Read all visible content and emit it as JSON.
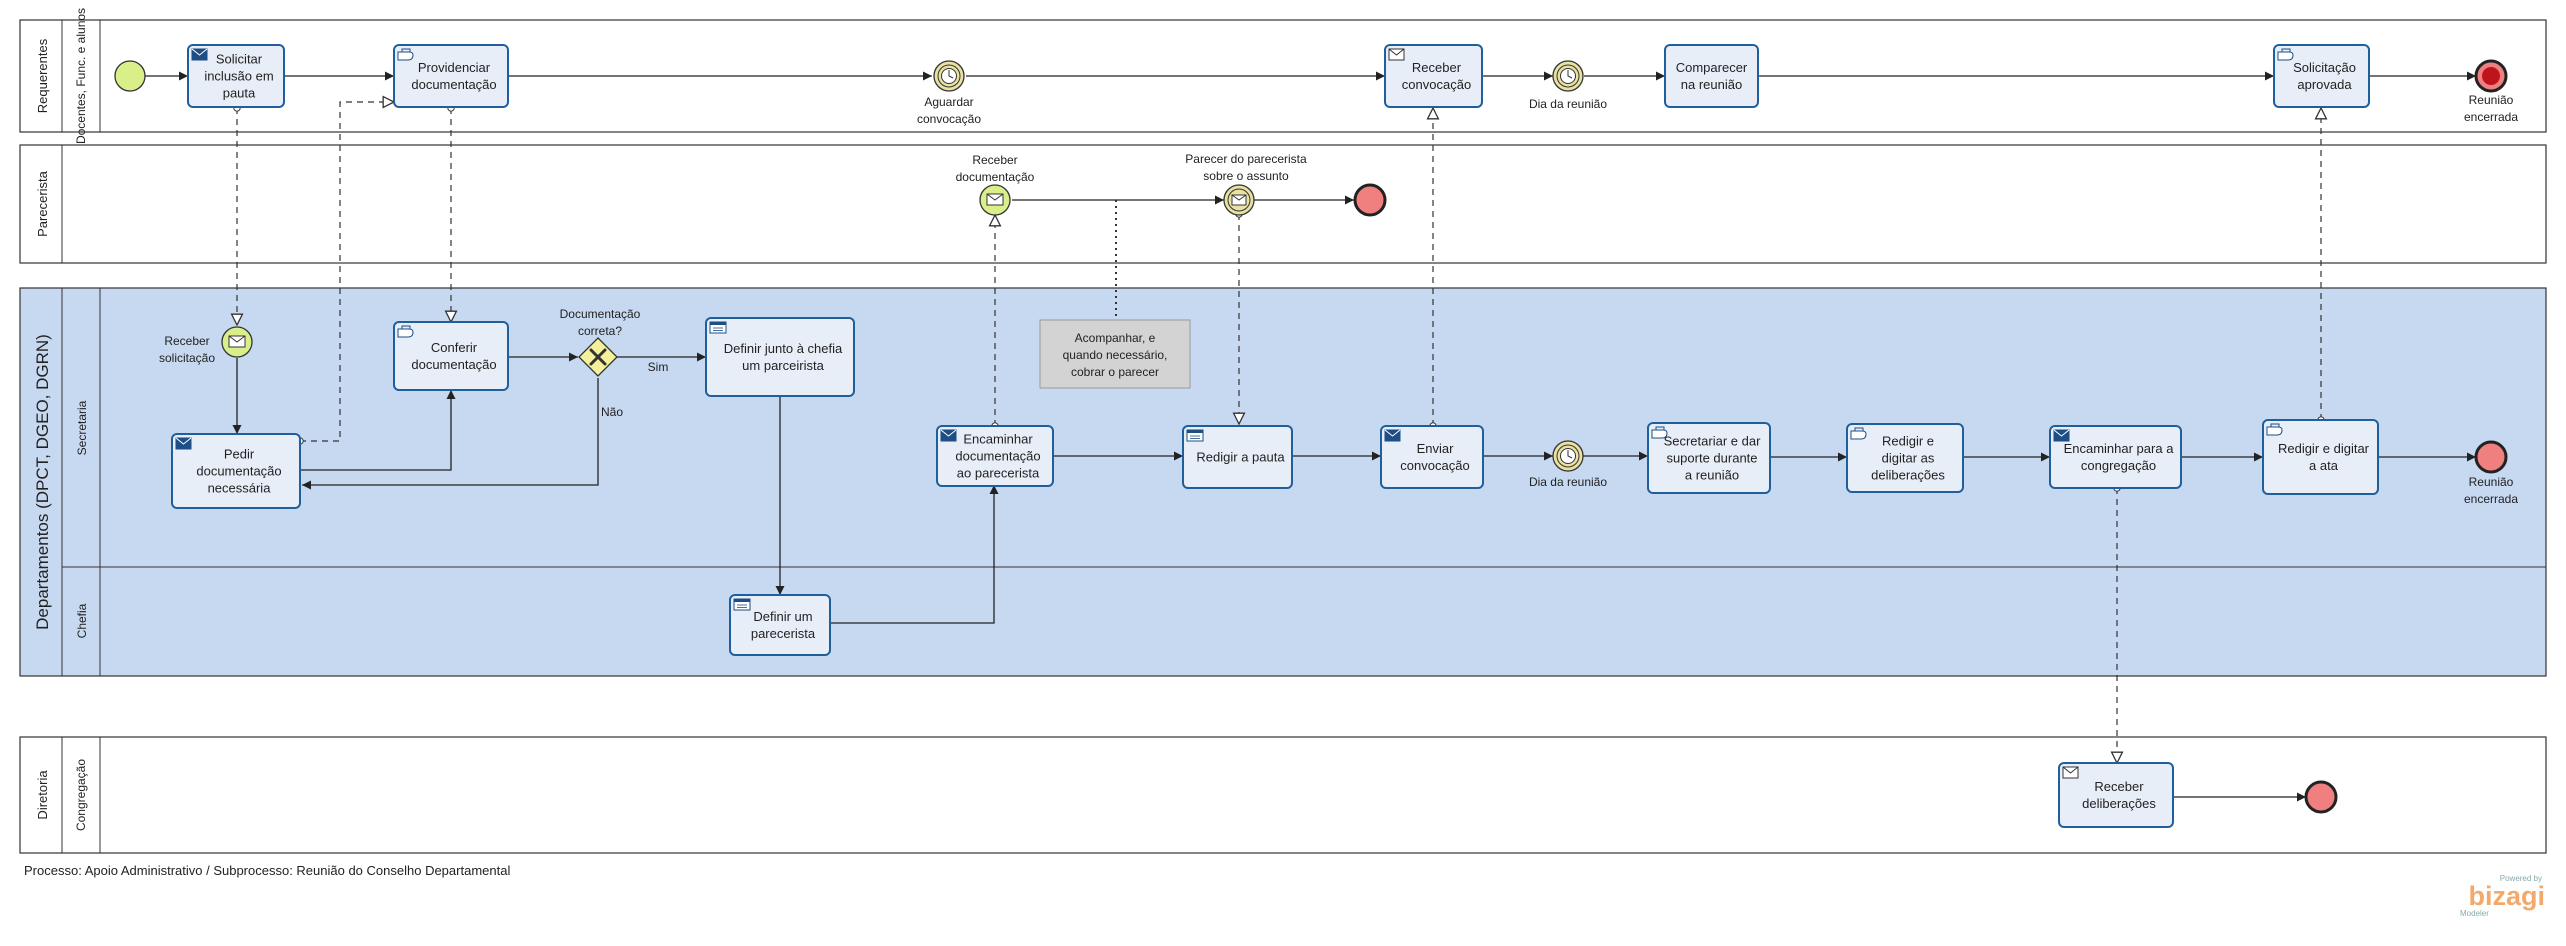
{
  "footer": "Processo: Apoio Administrativo / Subprocesso: Reunião do Conselho Departamental",
  "logo": {
    "powered": "Powered by",
    "name": "bizagi",
    "sub": "Modeler"
  },
  "pools": {
    "requerentes": {
      "title": "Requerentes",
      "lane": "Docentes, Func. e alunos"
    },
    "parecerista": {
      "title": "Parecerista"
    },
    "departamentos": {
      "title": "Departamentos (DPCT, DGEO, DGRN)",
      "lanes": {
        "secretaria": "Secretaria",
        "chefia": "Chefia"
      }
    },
    "diretoria": {
      "title": "Diretoria",
      "lane": "Congregação"
    }
  },
  "tasks": {
    "solicitar": "Solicitar inclusão em pauta",
    "providenciar": "Providenciar documentação",
    "receber_convocacao": "Receber convocação",
    "comparecer": "Comparecer na reunião",
    "solicitacao_aprovada": "Solicitação aprovada",
    "conferir": "Conferir documentação",
    "pedir": "Pedir documentação necessária",
    "definir_chefia": "Definir junto à chefia um parceirista",
    "encaminhar_doc": "Encaminhar documentação ao parecerista",
    "redigir_pauta": "Redigir a pauta",
    "enviar_convocacao": "Enviar convocação",
    "secretariar": "Secretariar e dar suporte durante a reunião",
    "redigir_deliberacoes": "Redigir e digitar as deliberações",
    "encaminhar_congregacao": "Encaminhar para a congregação",
    "redigir_ata": "Redigir e digitar a ata",
    "definir_parecerista": "Definir um parecerista",
    "receber_deliberacoes": "Receber deliberações"
  },
  "events": {
    "aguardar": "Aguardar convocação",
    "dia_reuniao_1": "Dia da reunião",
    "reuniao_encerrada_1": "Reunião encerrada",
    "receber_documentacao": "Receber documentação",
    "parecer": "Parecer do parecerista sobre o assunto",
    "receber_solicitacao": "Receber solicitação",
    "dia_reuniao_2": "Dia da reunião",
    "reuniao_encerrada_2": "Reunião encerrada"
  },
  "gateway": {
    "label": "Documentação correta?",
    "yes": "Sim",
    "no": "Não"
  },
  "annotation": "Acompanhar, e quando necessário, cobrar o parecer",
  "colors": {
    "task_fill": "#e8eef8",
    "task_stroke": "#1f5f9c",
    "dept_pool": "#c7d9f1",
    "start_event": "#d9f08a",
    "end_event": "#f08080",
    "gateway": "#f4f19a"
  }
}
